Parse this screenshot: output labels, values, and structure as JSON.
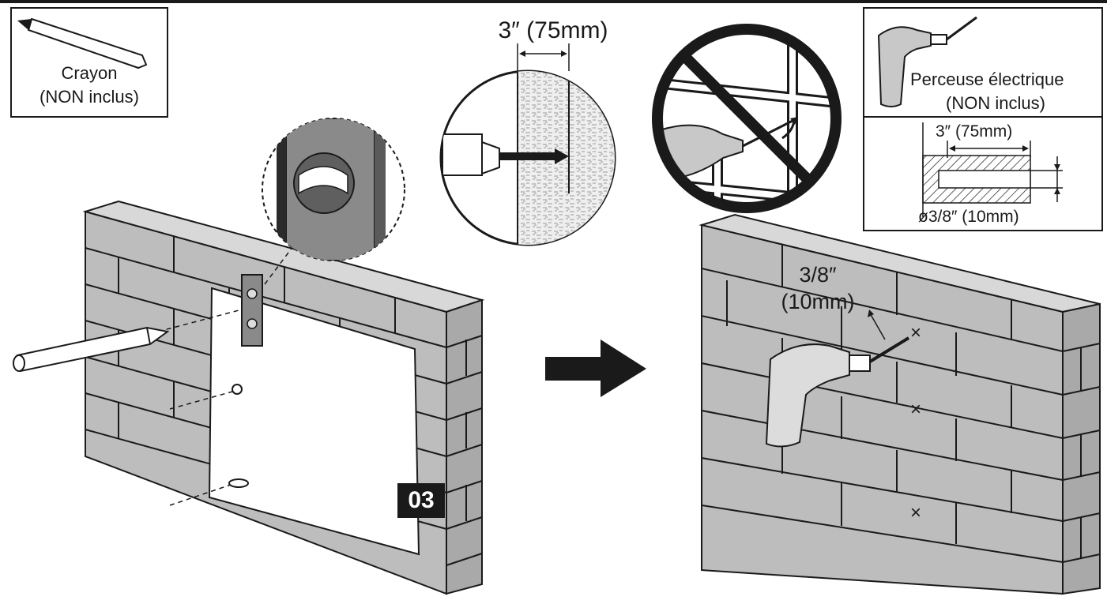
{
  "pencil_box": {
    "label": "Crayon",
    "note": "(NON inclus)"
  },
  "drill_box": {
    "label": "Perceuse électrique",
    "note": "(NON inclus)",
    "depth": "3″ (75mm)",
    "diameter": "ø3/8″ (10mm)"
  },
  "depth_detail": {
    "label": "3″ (75mm)"
  },
  "drill_size_label": {
    "line1": "3/8″",
    "line2": "(10mm)"
  },
  "step_number": "03",
  "hole_marks": [
    "×",
    "×",
    "×"
  ],
  "colors": {
    "outline": "#1a1a1a",
    "brick_face": "#bdbdbd",
    "brick_face_light": "#c9c9c9",
    "brick_top": "#d8d8d8",
    "paper": "#ffffff"
  }
}
